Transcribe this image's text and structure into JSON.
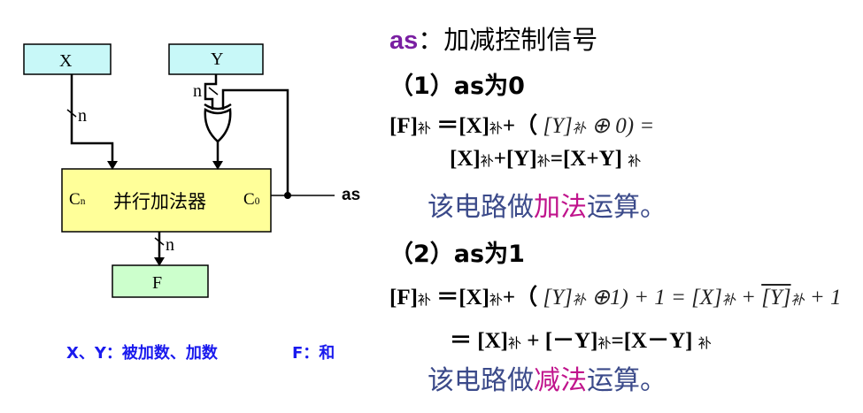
{
  "diagram": {
    "box_x": "X",
    "box_y": "Y",
    "box_f": "F",
    "adder_label": "并行加法器",
    "cn_label": "C",
    "cn_sub": "n",
    "c0_label": "C",
    "c0_sub": "0",
    "n_label_x": "n",
    "n_label_y": "n",
    "n_label_f": "n",
    "as_label": "as",
    "caption_xy": "X、Y：被加数、加数",
    "caption_f": "F：和",
    "colors": {
      "input_box": "#c8f8f8",
      "adder_box": "#ffff99",
      "output_box": "#ccffcc",
      "caption": "#1a1aee"
    }
  },
  "text": {
    "as_title": "as",
    "as_desc": "：加减控制信号",
    "case1_heading": "（1）as为0",
    "eq1_lhs": "[F]",
    "eq1_sub": "补",
    "eq1_mid": "＝[X]",
    "eq1_mid_sub": "补",
    "eq1_plus": "+（",
    "eq1_math": "[Y]",
    "eq1_math_sub": "补",
    "eq1_math_tail": "⊕ 0) =",
    "eq1_line2": "[X]",
    "eq1_line2_sub": "补",
    "eq1_line2_mid": "+[Y]",
    "eq1_line2_mid_sub": "补",
    "eq1_line2_tail": "=[X+Y]",
    "eq1_line2_tail_sub": "补",
    "sentence1_a": "该电路做",
    "sentence1_op": "加法",
    "sentence1_b": "运算。",
    "case2_heading": "（2）as为1",
    "eq2_lhs": "[F]",
    "eq2_sub": "补",
    "eq2_mid": "＝[X]",
    "eq2_mid_sub": "补",
    "eq2_plus": "+（",
    "eq2_math": "[Y]",
    "eq2_math_sub": "补",
    "eq2_math_tail": "⊕1) + 1 = [X]",
    "eq2_math_sub2": "补",
    "eq2_math_tail2": "+",
    "eq2_overline": "[Y]",
    "eq2_math_sub3": "补",
    "eq2_math_tail3": "+ 1",
    "eq2_line2_a": "＝ [X]",
    "eq2_line2_a_sub": "补",
    "eq2_line2_b": "+ [－Y]",
    "eq2_line2_b_sub": "补",
    "eq2_line2_c": "=[X－Y]",
    "eq2_line2_c_sub": "补",
    "sentence2_a": "该电路做",
    "sentence2_op": "减法",
    "sentence2_b": "运算。"
  }
}
